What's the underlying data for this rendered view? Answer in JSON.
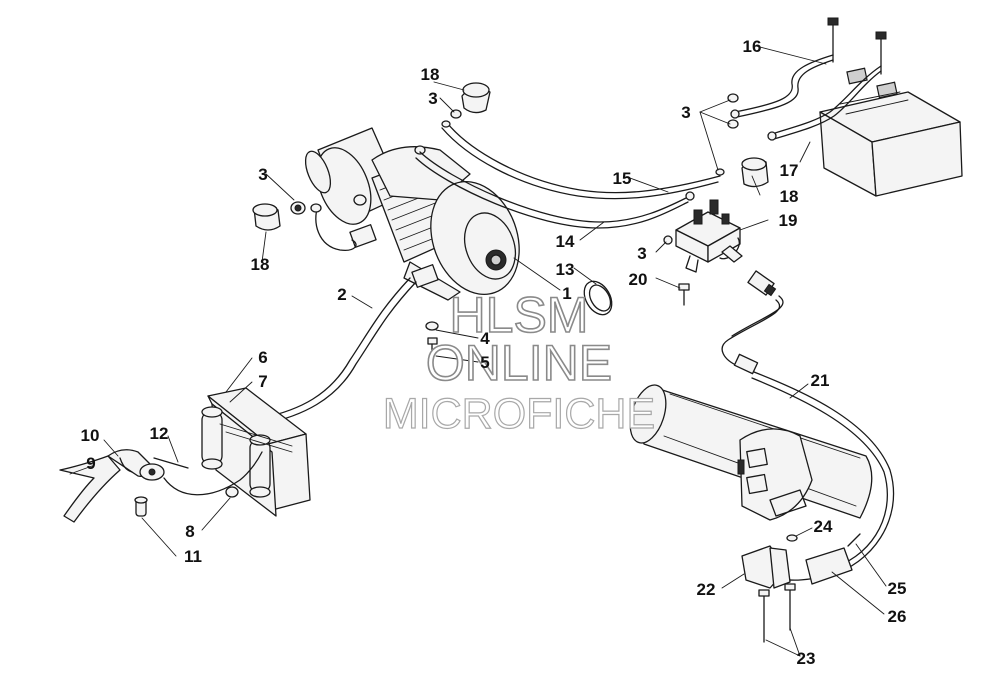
{
  "callouts": [
    {
      "id": "c1",
      "text": "1"
    },
    {
      "id": "c2",
      "text": "2"
    },
    {
      "id": "c3a",
      "text": "3"
    },
    {
      "id": "c3b",
      "text": "3"
    },
    {
      "id": "c3c",
      "text": "3"
    },
    {
      "id": "c3d",
      "text": "3"
    },
    {
      "id": "c4",
      "text": "4"
    },
    {
      "id": "c5",
      "text": "5"
    },
    {
      "id": "c6",
      "text": "6"
    },
    {
      "id": "c7",
      "text": "7"
    },
    {
      "id": "c8",
      "text": "8"
    },
    {
      "id": "c9",
      "text": "9"
    },
    {
      "id": "c10",
      "text": "10"
    },
    {
      "id": "c11",
      "text": "11"
    },
    {
      "id": "c12",
      "text": "12"
    },
    {
      "id": "c13",
      "text": "13"
    },
    {
      "id": "c14",
      "text": "14"
    },
    {
      "id": "c15",
      "text": "15"
    },
    {
      "id": "c16",
      "text": "16"
    },
    {
      "id": "c17",
      "text": "17"
    },
    {
      "id": "c18a",
      "text": "18"
    },
    {
      "id": "c18b",
      "text": "18"
    },
    {
      "id": "c18c",
      "text": "18"
    },
    {
      "id": "c19",
      "text": "19"
    },
    {
      "id": "c20",
      "text": "20"
    },
    {
      "id": "c21",
      "text": "21"
    },
    {
      "id": "c22",
      "text": "22"
    },
    {
      "id": "c23",
      "text": "23"
    },
    {
      "id": "c24",
      "text": "24"
    },
    {
      "id": "c25",
      "text": "25"
    },
    {
      "id": "c26",
      "text": "26"
    }
  ],
  "watermark": {
    "line1": "HLSM",
    "line2": "ONLINE",
    "line3": "MICROFICHE"
  },
  "colors": {
    "ink": "#1a1a1a",
    "background": "#ffffff",
    "watermark_outline": "#8a8a8a"
  }
}
